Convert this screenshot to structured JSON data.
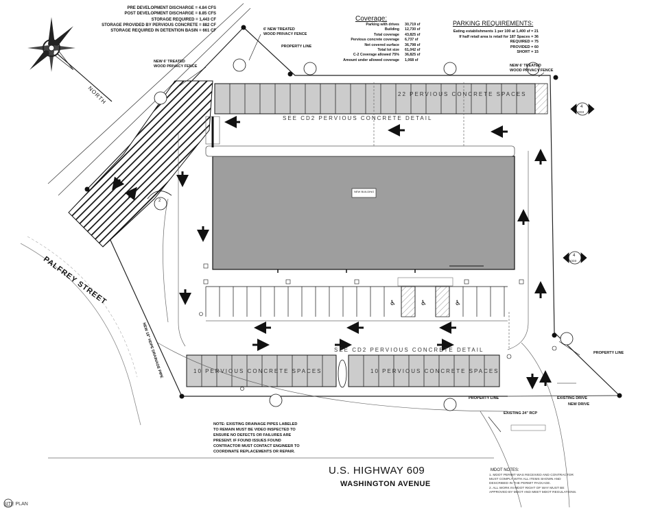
{
  "discharge": {
    "lines": [
      "PRE DEVELOPMENT DISCHARGE = 4.84 CFS",
      "POST DEVELOPMENT DISCHARGE = 8.85 CFS",
      "STORAGE REQUIRED = 1,443 CF",
      "STORAGE PROVIDED BY PERVIOUS CONCRETE = 882 CF",
      "STORAGE REQUIRED IN DETENTION BASIN = 661 CF"
    ]
  },
  "coverage": {
    "title": "Coverage:",
    "rows": [
      {
        "label": "Parking with drives",
        "value": "30,719 sf"
      },
      {
        "label": "Building",
        "value": "12,730 sf"
      },
      {
        "label": "Total coverage",
        "value": "43,825 sf"
      },
      {
        "label": "Pervious concrete coverage",
        "value": "6,737 sf"
      },
      {
        "label": "Net covered surface",
        "value": "36,798 sf"
      },
      {
        "label": "Total lot size",
        "value": "61,042 sf"
      },
      {
        "label": "C-2 Coverage allowed 75%",
        "value": "36,825 sf"
      },
      {
        "label": "Amount under allowed coverage",
        "value": "1,068 sf"
      }
    ]
  },
  "parking": {
    "title": "PARKING REQUIREMENTS:",
    "lines": [
      "Eating establishments 1 per 100 at 1,400 sf = 21",
      "If half retail area is retail for 187 Spaces = 36",
      "REQUIRED = 75",
      "PROVIDED = 60",
      "SHORT = 15"
    ]
  },
  "labels": {
    "fence_new_1": "6' NEW TREATED",
    "fence_new_2": "WOOD PRIVACY FENCE",
    "fence_left_1": "NEW 6' TREATED",
    "fence_left_2": "WOOD PRIVACY FENCE",
    "fence_right_1": "NEW 6' TREATED",
    "fence_right_2": "WOOD PRIVACY FENCE",
    "property_line": "PROPERTY LINE",
    "property_line_right": "PROPERTY LINE",
    "property_line_bottom": "PROPERTY LINE",
    "north": "NORTH",
    "street": "PALFREY STREET",
    "pipe": "NEW 18\" HDPE DRAINAGE PIPE",
    "see_cd2_top": "SEE CD2 PERVIOUS CONCRETE DETAIL",
    "see_cd2_bottom": "SEE CD2 PERVIOUS CONCRETE DETAIL",
    "spaces_top": "22 PERVIOUS CONCRETE SPACES",
    "spaces_bl": "10 PERVIOUS CONCRETE SPACES",
    "spaces_br": "10 PERVIOUS CONCRETE SPACES",
    "existing_drive": "EXISTING DRIVE",
    "new_drive": "NEW DRIVE",
    "existing_rcp": "EXISTING 24\" RCP",
    "building_tag": "NEW BUILDING"
  },
  "notes": {
    "lines": [
      "NOTE: EXISTING DRAINAGE PIPES LABELED",
      "TO REMAIN MUST BE VIDEO INSPECTED TO",
      "ENSURE NO DEFECTS OR FAILURES ARE",
      "PRESENT. IF FOUND ISSUES FOUND",
      "CONTRACTOR MUST CONTACT ENGINEER TO",
      "COORDINATE REPLACEMENTS OR REPAIR."
    ]
  },
  "highway": {
    "line1": "U.S. HIGHWAY 609",
    "line2": "WASHINGTON AVENUE"
  },
  "mdot": {
    "title": "MDOT NOTES:",
    "lines": [
      "1. MDOT PERMIT WAS RECEIVED AND CONTRACTOR",
      "   MUST COMPLY WITH ALL ITEMS SHOWN AND",
      "   DESCRIBED IN THE PERMIT PACKAGE.",
      "2. ALL WORK IN MDOT RIGHT OF WAY MUST BE",
      "   APPROVED BY MDOT AND MEET MDOT REGULATIONS."
    ]
  },
  "site_label": "SITE PLAN",
  "callouts": {
    "c4": "4",
    "cd03": "CD3",
    "c2": "2"
  }
}
